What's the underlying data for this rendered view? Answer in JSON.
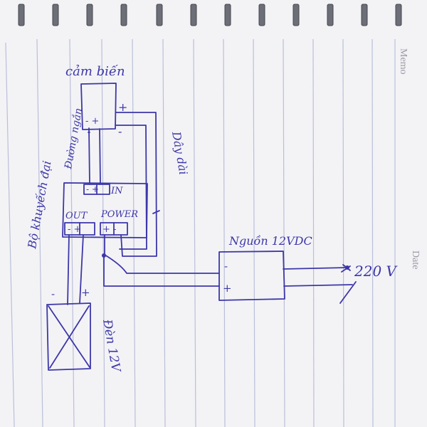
{
  "notebook": {
    "sidebar_labels": {
      "memo": "Memo",
      "date": "Date"
    },
    "ink_color": "#3d37a8",
    "line_color": "#b9bfd8"
  },
  "diagram": {
    "sensor": {
      "label": "cảm biến",
      "plus": "+",
      "minus": "- +",
      "out_minus": "-"
    },
    "signal_wire_label": "Đường ngắn",
    "long_wire_label": "Dây dài",
    "controller": {
      "label": "Bộ khuyếch đại",
      "in_label": "IN",
      "in_terminals": "- +",
      "out_label": "OUT",
      "out_terminals": "- +",
      "power_label": "POWER",
      "power_terminals": "+ -"
    },
    "power_supply": {
      "label": "Nguồn 12VDC",
      "minus": "-",
      "plus": "+"
    },
    "mains": {
      "label": "220 V"
    },
    "lamp": {
      "label": "Đèn 12V",
      "minus": "-",
      "plus": "+"
    }
  }
}
